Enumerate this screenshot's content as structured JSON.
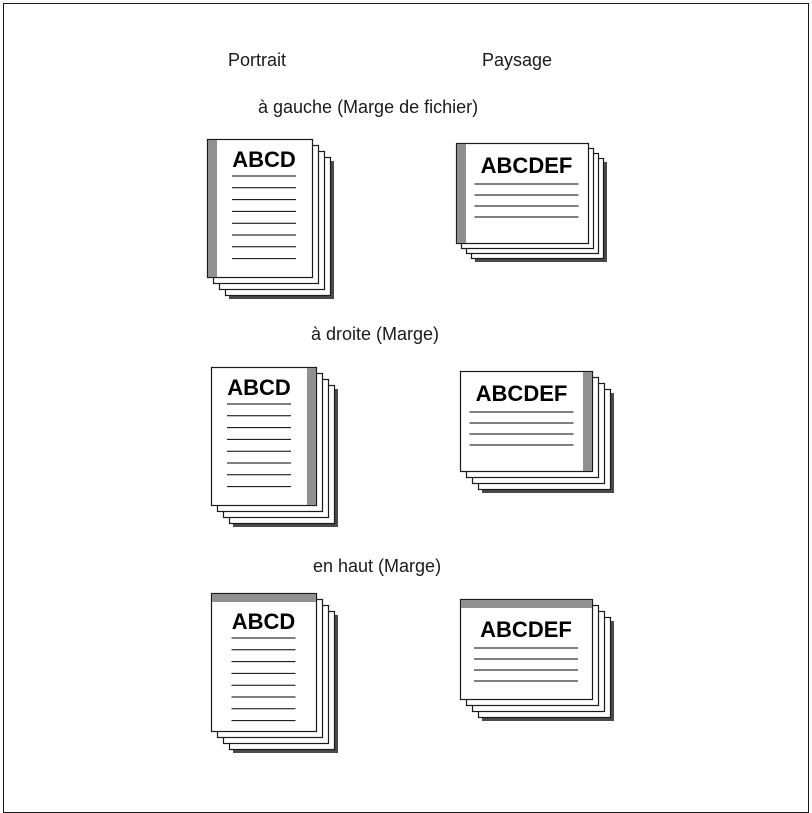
{
  "headers": {
    "portrait": "Portrait",
    "landscape": "Paysage"
  },
  "sections": [
    {
      "label": "à gauche (Marge de fichier)",
      "margin": "left",
      "portrait_text": "ABCD",
      "landscape_text": "ABCDEF"
    },
    {
      "label": "à droite (Marge)",
      "margin": "right",
      "portrait_text": "ABCD",
      "landscape_text": "ABCDEF"
    },
    {
      "label": "en haut (Marge)",
      "margin": "top",
      "portrait_text": "ABCD",
      "landscape_text": "ABCDEF"
    }
  ],
  "colors": {
    "margin_bar": "#909090",
    "shadow": "#4a4a4a",
    "page_border": "#1a1a1a",
    "page_fill": "#ffffff"
  }
}
